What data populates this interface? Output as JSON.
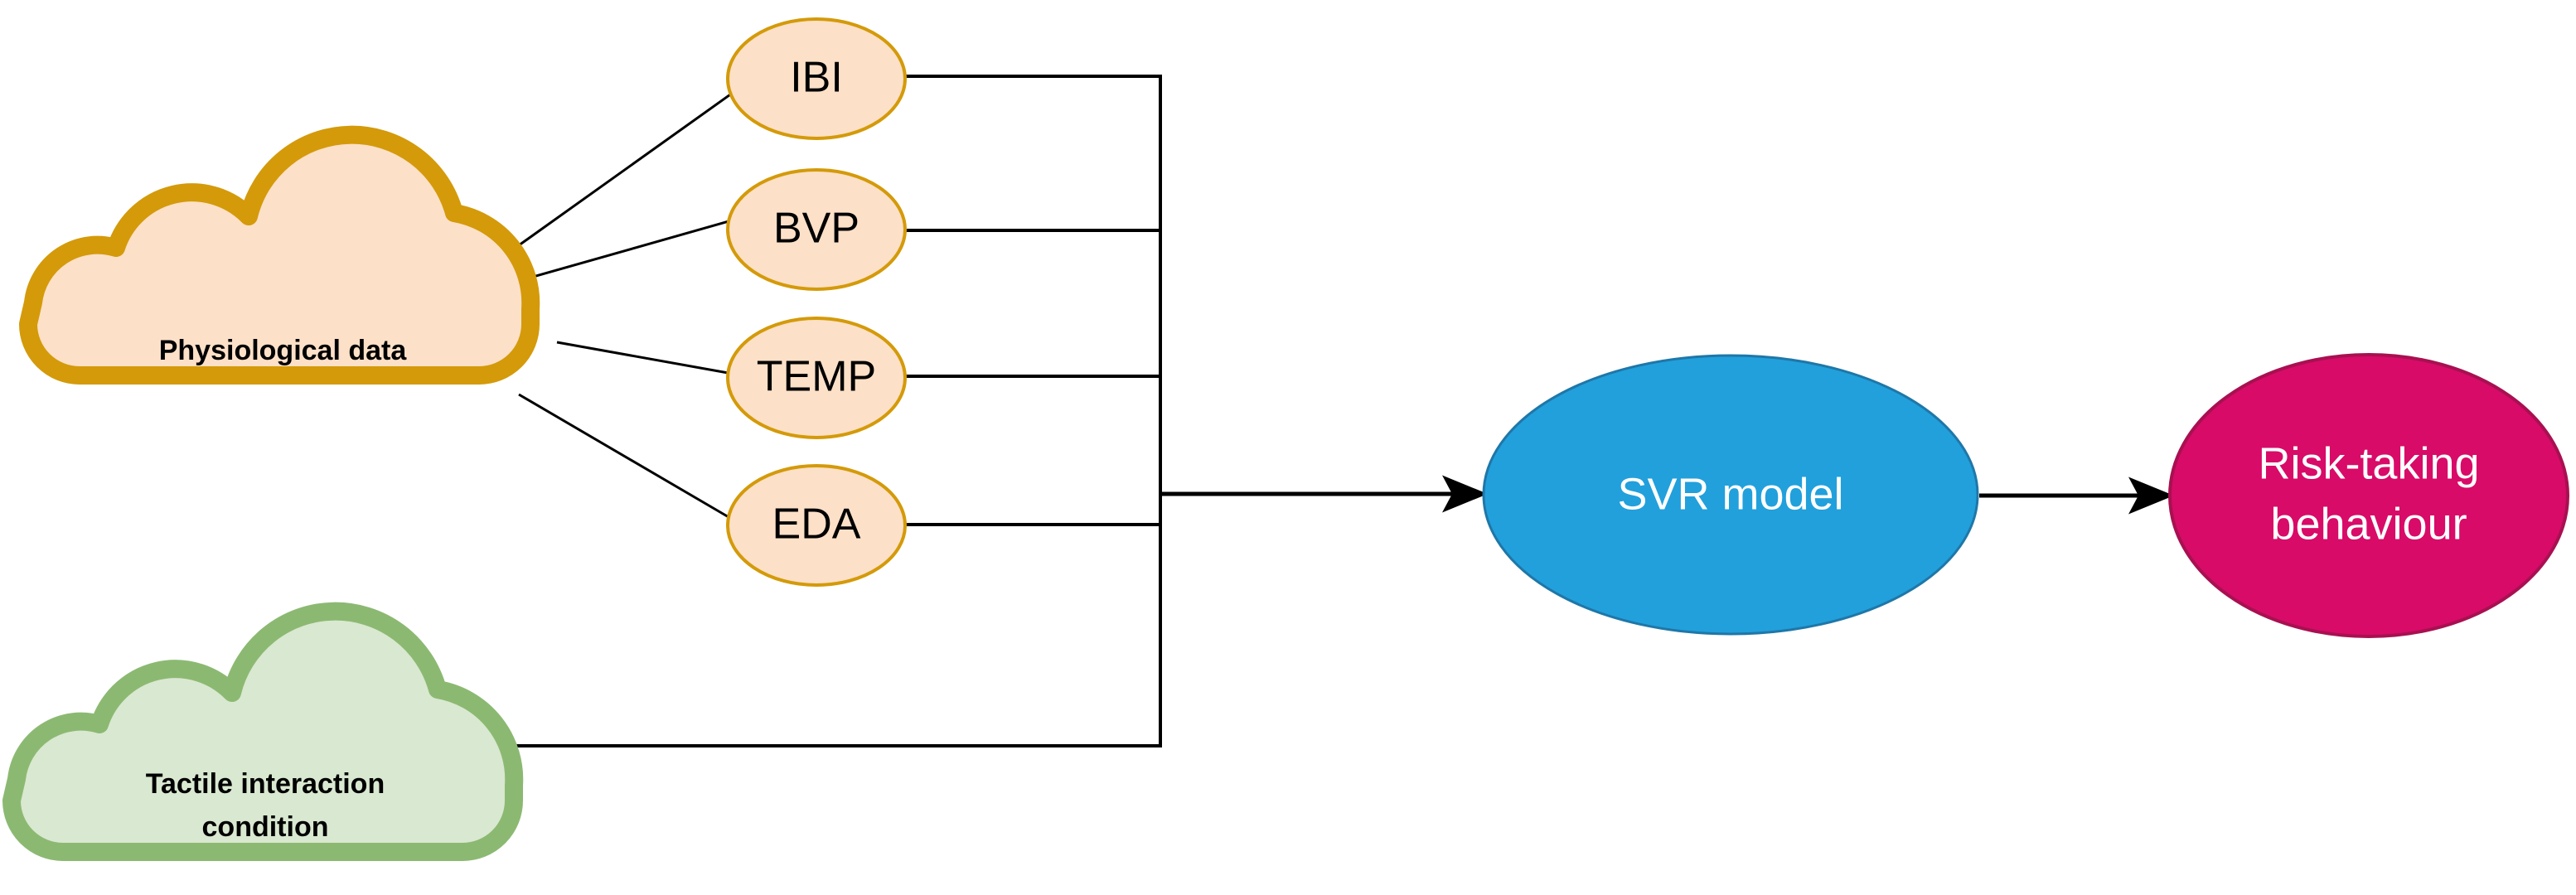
{
  "diagram": {
    "title": "Physiological data and tactile interaction predicting risk-taking behaviour via SVR",
    "type": "flowchart",
    "background_color": "#ffffff",
    "sources": [
      {
        "id": "physiological-data",
        "shape": "cloud",
        "label": "Physiological data",
        "fill_color": "#FCE0C8",
        "stroke_color": "#D49A09",
        "text_color": "#000000",
        "bold": true
      },
      {
        "id": "tactile-interaction-condition",
        "shape": "cloud",
        "label_line1": "Tactile interaction",
        "label_line2": "condition",
        "label": "Tactile interaction condition",
        "fill_color": "#D9E8D0",
        "stroke_color": "#8CB972",
        "text_color": "#000000",
        "bold": true
      }
    ],
    "signals": [
      {
        "id": "ibi",
        "shape": "ellipse",
        "label": "IBI",
        "fill_color": "#FCE0C8",
        "stroke_color": "#D49A09",
        "text_color": "#000000"
      },
      {
        "id": "bvp",
        "shape": "ellipse",
        "label": "BVP",
        "fill_color": "#FCE0C8",
        "stroke_color": "#D49A09",
        "text_color": "#000000"
      },
      {
        "id": "temp",
        "shape": "ellipse",
        "label": "TEMP",
        "fill_color": "#FCE0C8",
        "stroke_color": "#D49A09",
        "text_color": "#000000"
      },
      {
        "id": "eda",
        "shape": "ellipse",
        "label": "EDA",
        "fill_color": "#FCE0C8",
        "stroke_color": "#D49A09",
        "text_color": "#000000"
      }
    ],
    "model": {
      "id": "svr-model",
      "shape": "ellipse",
      "label": "SVR model",
      "fill_color": "#21A0DC",
      "stroke_color": "#1F77A8",
      "text_color": "#ffffff"
    },
    "outcome": {
      "id": "risk-taking-behaviour",
      "shape": "ellipse",
      "label_line1": "Risk-taking",
      "label_line2": "behaviour",
      "label": "Risk-taking behaviour",
      "fill_color": "#D80B68",
      "stroke_color": "#A81051",
      "text_color": "#ffffff"
    },
    "connections": [
      {
        "from": "physiological-data",
        "to": "ibi",
        "style": "line"
      },
      {
        "from": "physiological-data",
        "to": "bvp",
        "style": "line"
      },
      {
        "from": "physiological-data",
        "to": "temp",
        "style": "line"
      },
      {
        "from": "physiological-data",
        "to": "eda",
        "style": "line"
      },
      {
        "from": "ibi",
        "to": "bracket",
        "style": "line"
      },
      {
        "from": "bvp",
        "to": "bracket",
        "style": "line"
      },
      {
        "from": "temp",
        "to": "bracket",
        "style": "line"
      },
      {
        "from": "eda",
        "to": "bracket",
        "style": "line"
      },
      {
        "from": "tactile-interaction-condition",
        "to": "bracket",
        "style": "line"
      },
      {
        "from": "bracket",
        "to": "svr-model",
        "style": "arrow"
      },
      {
        "from": "svr-model",
        "to": "risk-taking-behaviour",
        "style": "arrow"
      }
    ]
  }
}
